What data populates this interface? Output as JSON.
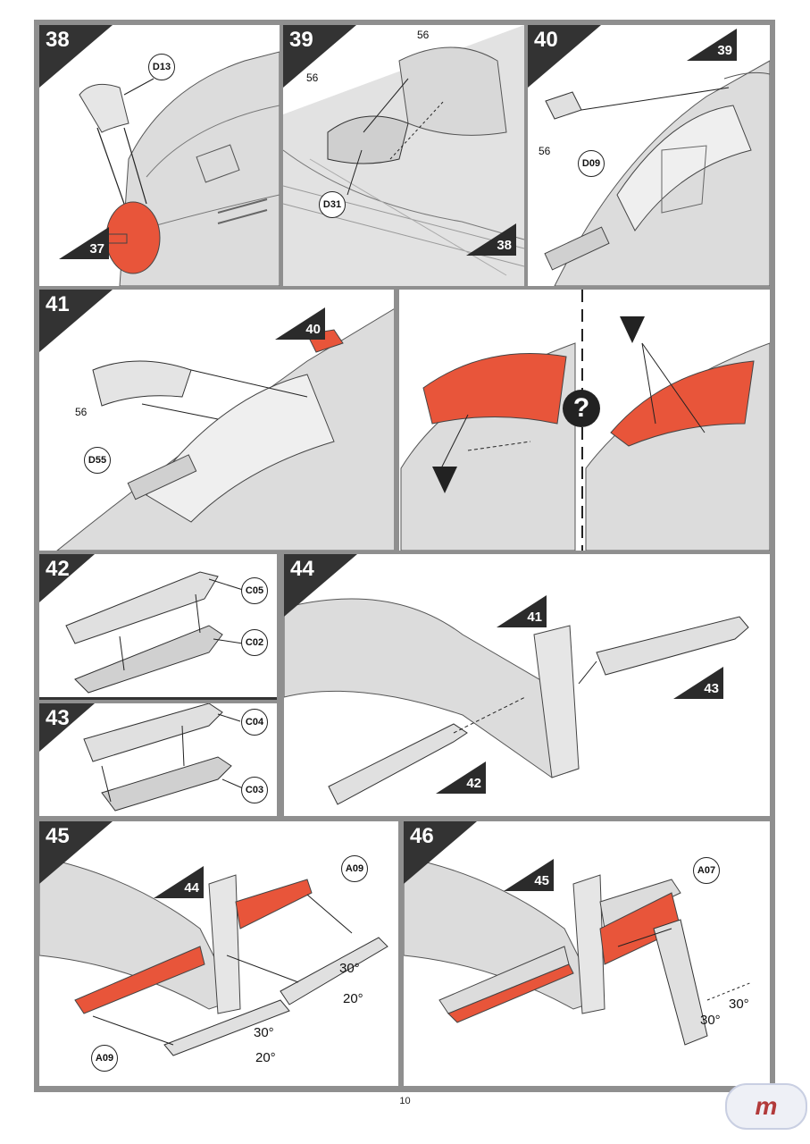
{
  "colors": {
    "part_red": "#e8553a",
    "step_black": "#333333",
    "frame_grey": "#8f8f8f",
    "body_grey": "#dcdcdc"
  },
  "steps": {
    "s38": {
      "number": "38",
      "refs": [
        "37"
      ],
      "callouts": [
        "D13"
      ]
    },
    "s39": {
      "number": "39",
      "refs": [
        "38"
      ],
      "callouts": [
        "D31"
      ],
      "labels": [
        "56",
        "56"
      ]
    },
    "s40": {
      "number": "40",
      "refs": [
        "39"
      ],
      "callouts": [
        "D09"
      ],
      "labels": [
        "56"
      ]
    },
    "s41": {
      "number": "41",
      "refs": [
        "40"
      ],
      "callouts": [
        "D55"
      ],
      "labels": [
        "56"
      ],
      "option_icon": "?"
    },
    "s42": {
      "number": "42",
      "callouts": [
        "C05",
        "C02"
      ]
    },
    "s43": {
      "number": "43",
      "callouts": [
        "C04",
        "C03"
      ]
    },
    "s44": {
      "number": "44",
      "refs": [
        "41",
        "43",
        "42"
      ]
    },
    "s45": {
      "number": "45",
      "refs": [
        "44"
      ],
      "callouts": [
        "A09",
        "A09"
      ],
      "angles": [
        "30°",
        "20°",
        "30°",
        "20°"
      ]
    },
    "s46": {
      "number": "46",
      "refs": [
        "45"
      ],
      "callouts": [
        "A07"
      ],
      "angles": [
        "30°",
        "30°"
      ]
    }
  },
  "page_number": "10",
  "watermark_icon": "mp-logo-icon"
}
